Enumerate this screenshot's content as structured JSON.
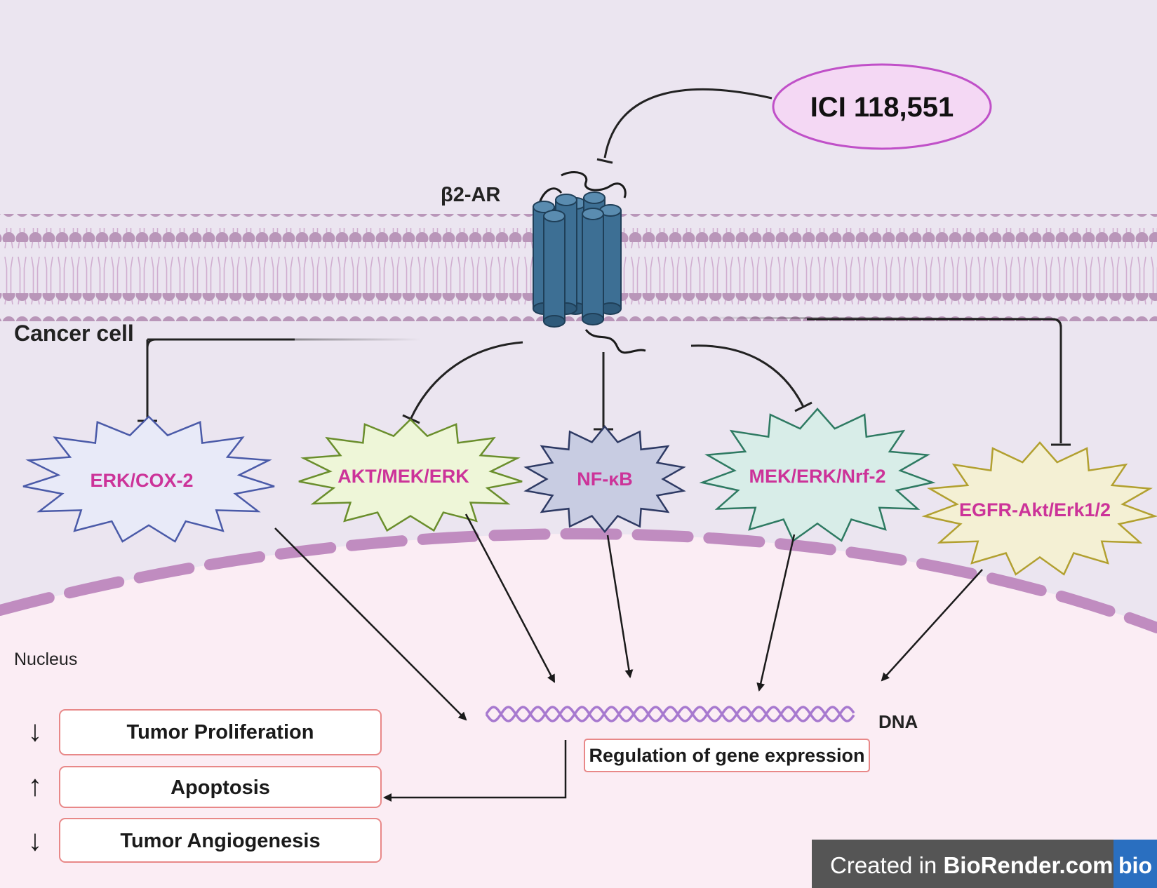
{
  "labels": {
    "receptor": "β2-AR",
    "drug": "ICI 118,551",
    "cancer_cell": "Cancer cell",
    "nucleus": "Nucleus",
    "dna": "DNA",
    "gene_regulation": "Regulation of gene expression"
  },
  "pathways": [
    {
      "label": "ERK/COX-2",
      "fill": "#e8eaf8",
      "stroke": "#4a5aa8"
    },
    {
      "label": "AKT/MEK/ERK",
      "fill": "#eef6d8",
      "stroke": "#6a8e2c"
    },
    {
      "label": "NF-κB",
      "fill": "#c8cce2",
      "stroke": "#2e3a64"
    },
    {
      "label": "MEK/ERK/Nrf-2",
      "fill": "#d8ede8",
      "stroke": "#2e7a62"
    },
    {
      "label": "EGFR-Akt/Erk1/2",
      "fill": "#f4f0d4",
      "stroke": "#b2a030"
    }
  ],
  "outcomes": [
    {
      "label": "Tumor Proliferation",
      "direction": "down",
      "arrow": "↓"
    },
    {
      "label": "Apoptosis",
      "direction": "up",
      "arrow": "↑"
    },
    {
      "label": "Tumor Angiogenesis",
      "direction": "down",
      "arrow": "↓"
    }
  ],
  "watermark": {
    "prefix": "Created in ",
    "brand": "BioRender.com",
    "logo": "bio"
  },
  "colors": {
    "cytoplasm": "#ebe5f0",
    "nucleus": "#fbedf4",
    "membrane_head": "#b996b9",
    "receptor": "#3d6f94",
    "drug_fill": "#f4d8f4",
    "drug_stroke": "#c050c8",
    "pathway_text": "#cc3399",
    "dna": "#a779cf",
    "outcome_border": "#e88888"
  }
}
